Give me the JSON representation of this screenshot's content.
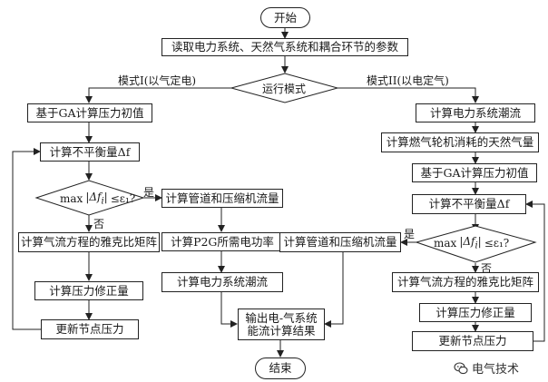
{
  "start": "开始",
  "read_params": "读取电力系统、天然气系统和耦合环节的参数",
  "mode_decision": "运行模式",
  "mode1_label": "模式I(以气定电)",
  "mode2_label": "模式II(以电定气)",
  "left": {
    "ga_init": "基于GA计算压力初值",
    "calc_mismatch": "计算不平衡量Δf",
    "cond_max": "max",
    "cond_body": "≤ε₁?",
    "yes": "是",
    "no": "否",
    "jacobian": "计算气流方程的雅克比矩阵",
    "pressure_corr": "计算压力修正量",
    "update_node": "更新节点压力"
  },
  "middle": {
    "pipe_flow": "计算管道和压缩机流量",
    "p2g_power": "计算P2G所需电功率",
    "power_flow": "计算电力系统潮流",
    "output": "输出电-气系统能流计算结果",
    "end": "结束"
  },
  "right": {
    "power_flow": "计算电力系统潮流",
    "gas_turbine": "计算燃气轮机消耗的天然气量",
    "ga_init": "基于GA计算压力初值",
    "calc_mismatch": "计算不平衡量Δf",
    "pipe_flow": "计算管道和压缩机流量",
    "cond_max": "max",
    "cond_body": "≤ε₁?",
    "yes": "是",
    "no": "否",
    "jacobian": "计算气流方程的雅克比矩阵",
    "pressure_corr": "计算压力修正量",
    "update_node": "更新节点压力"
  },
  "watermark": "电气技术",
  "icons": [
    "wechat-icon"
  ]
}
